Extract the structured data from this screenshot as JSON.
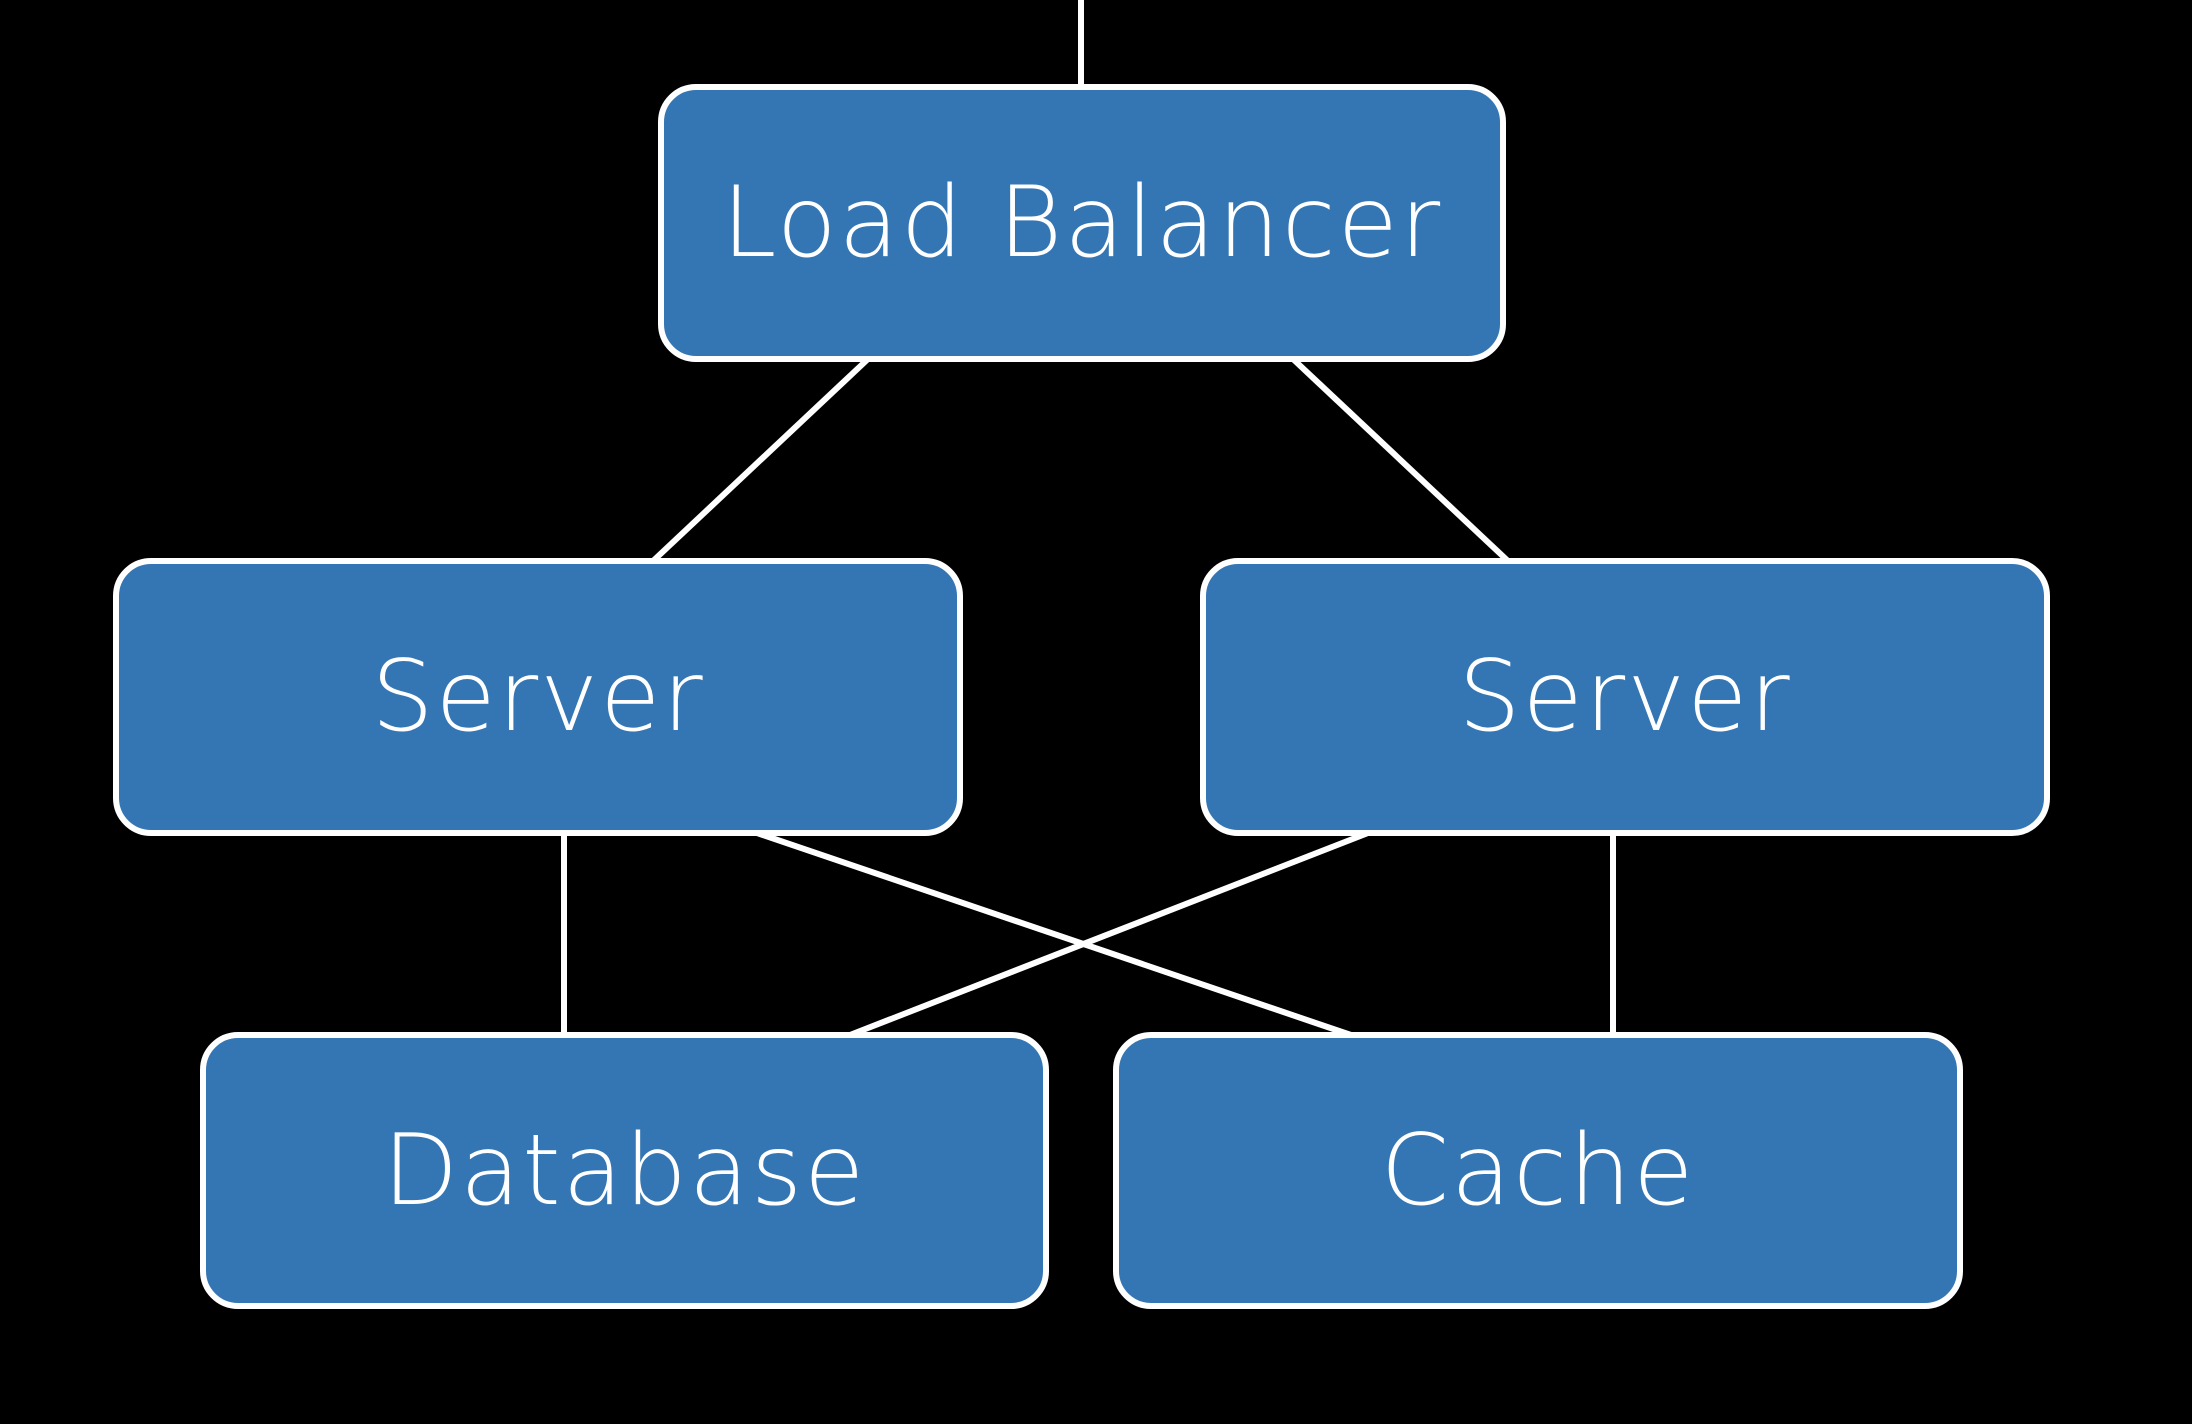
{
  "theme": {
    "background": "#000000",
    "node_fill": "#3476b4",
    "node_border": "#ffffff",
    "line_color": "#ffffff",
    "text_color": "#ffffff"
  },
  "nodes": {
    "load_balancer": {
      "label": "Load Balancer"
    },
    "server_left": {
      "label": "Server"
    },
    "server_right": {
      "label": "Server"
    },
    "database": {
      "label": "Database"
    },
    "cache": {
      "label": "Cache"
    }
  },
  "edges": [
    {
      "from": "incoming",
      "to": "load_balancer"
    },
    {
      "from": "load_balancer",
      "to": "server_left"
    },
    {
      "from": "load_balancer",
      "to": "server_right"
    },
    {
      "from": "server_left",
      "to": "database"
    },
    {
      "from": "server_left",
      "to": "cache"
    },
    {
      "from": "server_right",
      "to": "database"
    },
    {
      "from": "server_right",
      "to": "cache"
    }
  ]
}
